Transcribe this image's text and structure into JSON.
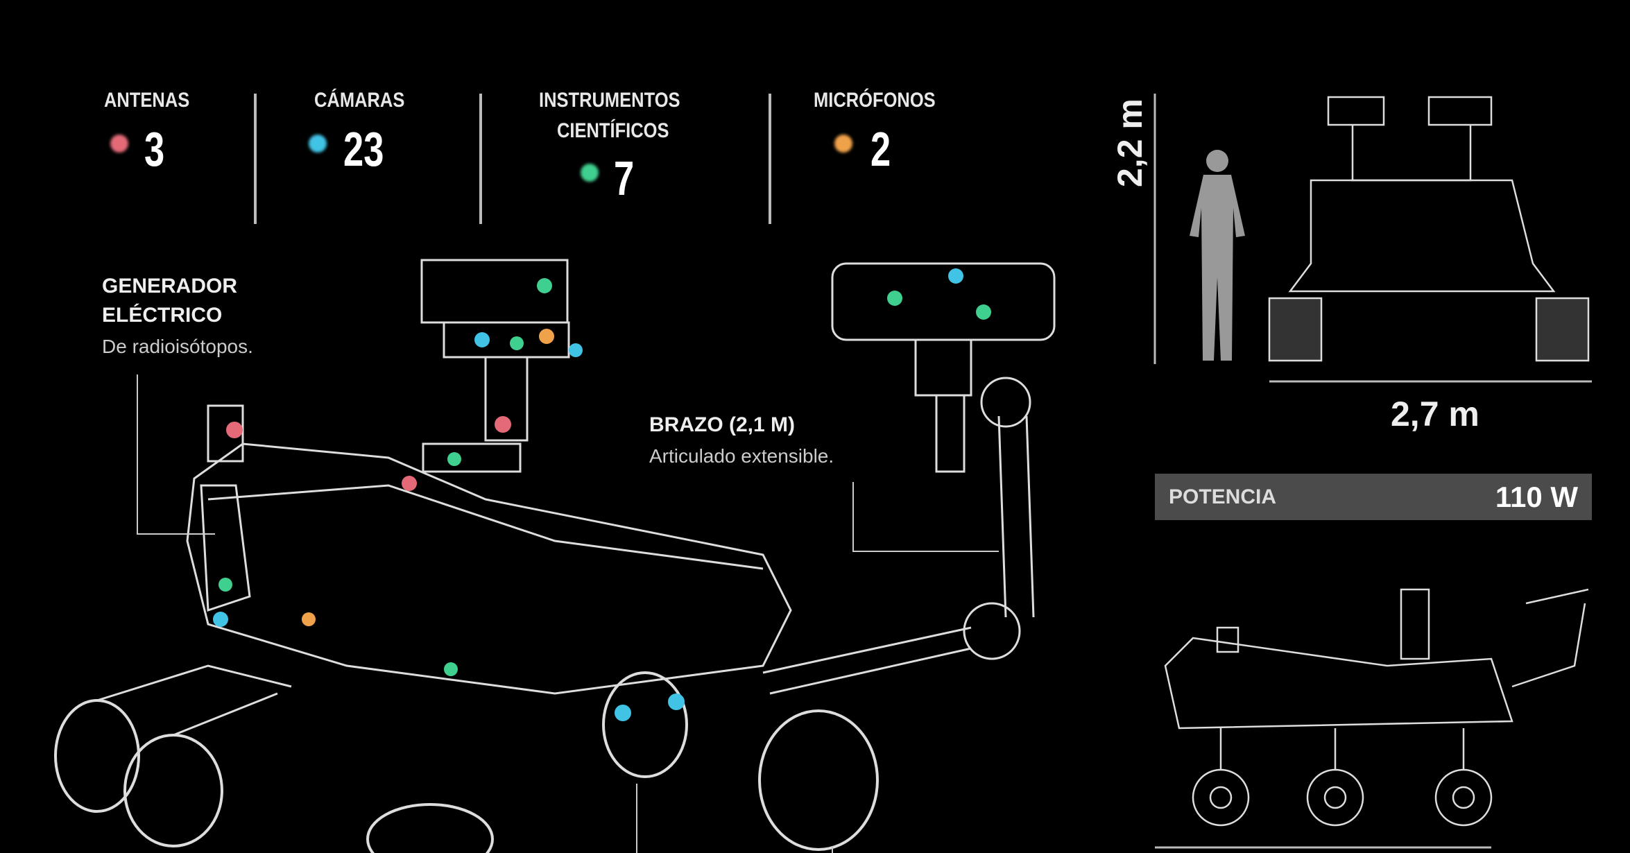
{
  "stats": [
    {
      "label": "ANTENAS",
      "value": "3",
      "color": "#e46a78"
    },
    {
      "label": "CÁMARAS",
      "value": "23",
      "color": "#41c3e6"
    },
    {
      "label_line1": "INSTRUMENTOS",
      "label_line2": "CIENTÍFICOS",
      "value": "7",
      "color": "#3fcf8e"
    },
    {
      "label": "MICRÓFONOS",
      "value": "2",
      "color": "#f0a24a"
    }
  ],
  "callouts": {
    "generator": {
      "title_line1": "GENERADOR",
      "title_line2": "ELÉCTRICO",
      "subtitle": "De radioisótopos."
    },
    "arm": {
      "title": "BRAZO (2,1 M)",
      "subtitle": "Articulado extensible."
    }
  },
  "dimensions": {
    "height": "2,2 m",
    "width": "2,7 m"
  },
  "power": {
    "label": "POTENCIA",
    "value": "110 W"
  }
}
